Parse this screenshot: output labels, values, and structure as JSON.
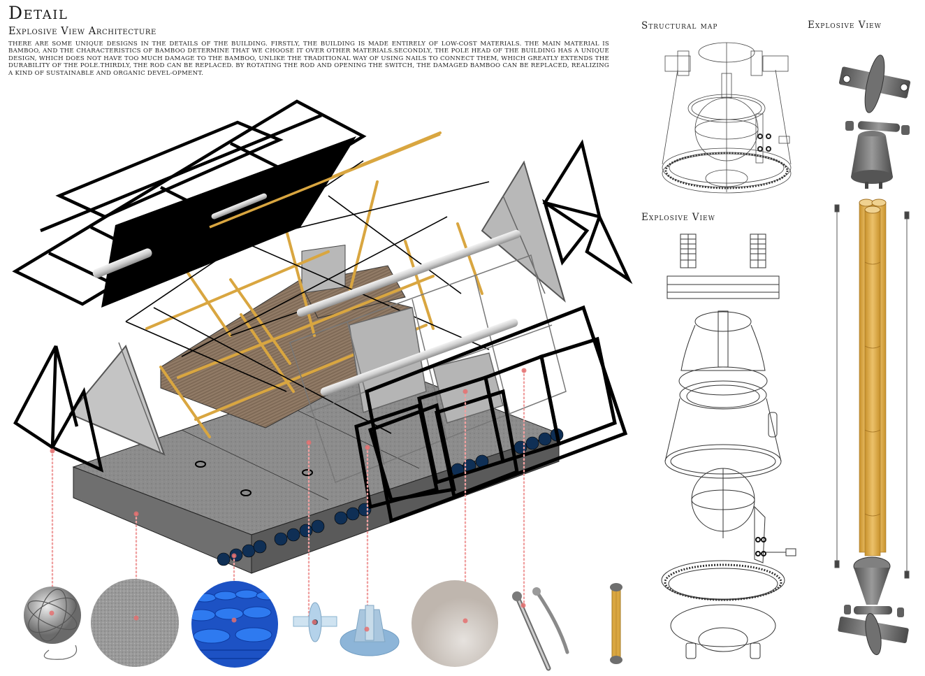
{
  "header": {
    "title": "Detail",
    "subtitle": "Explosive View Architecture",
    "description": "There are some unique designs in the details of the building. Firstly, the building is made entirely of low-cost materials. The main material is bamboo, and the characteristics of bamboo determine that we choose it over other materials.Secondly, the pole head of the building has a unique design, which does not have too much damage to the bamboo, unlike the traditional way of using nails to connect them, which greatly extends the durability of the pole.Thirdly, the rod can be replaced. By rotating the rod and opening the switch, the damaged bamboo can be replaced, realizing a kind of sustainable and organic devel-opment."
  },
  "panels": {
    "structural_map": {
      "label": "Structural map"
    },
    "explosive_view_mid": {
      "label": "Explosive View"
    },
    "explosive_view_right": {
      "label": "Explosive View"
    }
  },
  "main_drawing": {
    "components": [
      "roof grid panel",
      "black roof membrane",
      "bamboo space frame",
      "triangular gable panels",
      "timber floor deck",
      "glazed wall panels",
      "front facade grid",
      "hollow-core concrete base slab"
    ]
  },
  "materials": [
    {
      "name": "rope-ball",
      "description": "rope / twine ball"
    },
    {
      "name": "concrete",
      "description": "concrete texture"
    },
    {
      "name": "blue-barrels",
      "description": "blue plastic barrels"
    },
    {
      "name": "cross-joint",
      "description": "metal cross joint"
    },
    {
      "name": "pole-head-cone",
      "description": "conical pole head"
    },
    {
      "name": "fabric",
      "description": "fabric membrane"
    },
    {
      "name": "wrench",
      "description": "ratchet wrench"
    },
    {
      "name": "bamboo-rod",
      "description": "bamboo rod"
    }
  ],
  "colors": {
    "bamboo": "#d9a640",
    "concrete": "#8a8a8a",
    "barrel_blue": "#1e5fd0",
    "leader_dot": "#e47070",
    "glass_panel": "#b8b8b8",
    "metal_part": "#6f6f6f"
  }
}
